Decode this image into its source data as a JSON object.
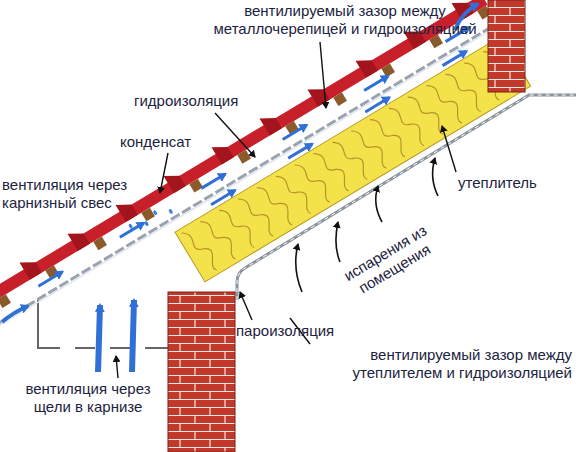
{
  "diagram": {
    "labels": [
      "вентилируемый зазор между металлочерепицей и гидроизоляцией",
      "гидроизоляция",
      "конденсат",
      "вентиляция через карнизный свес",
      "утеплитель",
      "испарения из помещения",
      "пароизоляция",
      "вентилируемый зазор между утеплителем и гидроизоляцией",
      "вентиляция через щели в карнизе"
    ]
  }
}
